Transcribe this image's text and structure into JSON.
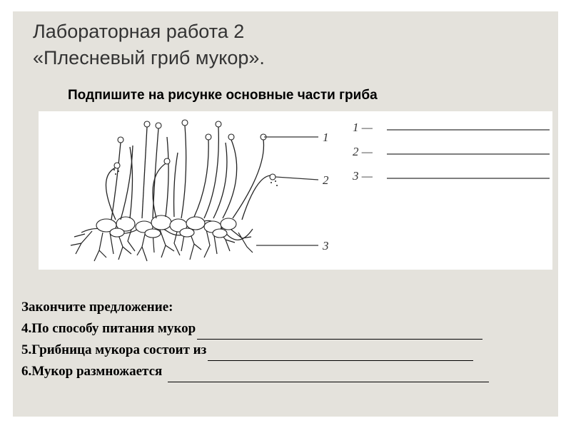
{
  "title": {
    "line1": "Лабораторная работа 2",
    "line2": "«Плесневый гриб мукор»."
  },
  "instruction": "Подпишите на рисунке основные части гриба",
  "figure": {
    "labels": [
      "1",
      "2",
      "3"
    ],
    "answer_numbers": [
      "1 —",
      "2 —",
      "3 —"
    ]
  },
  "tasks": {
    "heading": "Закончите предложение:",
    "items": [
      "4.По способу питания мукор",
      "5.Грибница мукора состоит из",
      "6.Мукор размножается"
    ]
  }
}
